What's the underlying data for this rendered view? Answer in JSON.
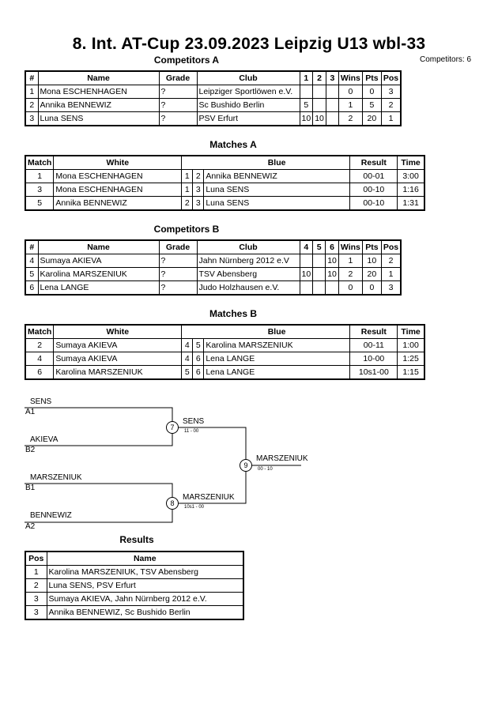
{
  "title": "8. Int. AT-Cup  23.09.2023  Leipzig   U13 wbl-33",
  "competitors_count": "Competitors: 6",
  "competitors_a": {
    "heading": "Competitors A",
    "headers": [
      "#",
      "Name",
      "Grade",
      "Club",
      "1",
      "2",
      "3",
      "Wins",
      "Pts",
      "Pos"
    ],
    "rows": [
      [
        "1",
        "Mona ESCHENHAGEN",
        "?",
        "Leipziger Sportlöwen e.V.",
        "",
        "",
        "",
        "0",
        "0",
        "3"
      ],
      [
        "2",
        "Annika BENNEWIZ",
        "?",
        "Sc Bushido Berlin",
        "5",
        "",
        "",
        "1",
        "5",
        "2"
      ],
      [
        "3",
        "Luna SENS",
        "?",
        "PSV Erfurt",
        "10",
        "10",
        "",
        "2",
        "20",
        "1"
      ]
    ]
  },
  "matches_a": {
    "heading": "Matches A",
    "headers": [
      "Match",
      "White",
      "",
      "",
      "Blue",
      "Result",
      "Time"
    ],
    "rows": [
      [
        "1",
        "Mona ESCHENHAGEN",
        "1",
        "2",
        "Annika BENNEWIZ",
        "00-01",
        "3:00"
      ],
      [
        "3",
        "Mona ESCHENHAGEN",
        "1",
        "3",
        "Luna SENS",
        "00-10",
        "1:16"
      ],
      [
        "5",
        "Annika BENNEWIZ",
        "2",
        "3",
        "Luna SENS",
        "00-10",
        "1:31"
      ]
    ]
  },
  "competitors_b": {
    "heading": "Competitors B",
    "headers": [
      "#",
      "Name",
      "Grade",
      "Club",
      "4",
      "5",
      "6",
      "Wins",
      "Pts",
      "Pos"
    ],
    "rows": [
      [
        "4",
        "Sumaya AKIEVA",
        "?",
        "Jahn Nürnberg 2012 e.V",
        "",
        "",
        "10",
        "1",
        "10",
        "2"
      ],
      [
        "5",
        "Karolina MARSZENIUK",
        "?",
        "TSV Abensberg",
        "10",
        "",
        "10",
        "2",
        "20",
        "1"
      ],
      [
        "6",
        "Lena LANGE",
        "?",
        "Judo Holzhausen e.V.",
        "",
        "",
        "",
        "0",
        "0",
        "3"
      ]
    ]
  },
  "matches_b": {
    "heading": "Matches B",
    "headers": [
      "Match",
      "White",
      "",
      "",
      "Blue",
      "Result",
      "Time"
    ],
    "rows": [
      [
        "2",
        "Sumaya AKIEVA",
        "4",
        "5",
        "Karolina MARSZENIUK",
        "00-11",
        "1:00"
      ],
      [
        "4",
        "Sumaya AKIEVA",
        "4",
        "6",
        "Lena LANGE",
        "10-00",
        "1:25"
      ],
      [
        "6",
        "Karolina MARSZENIUK",
        "5",
        "6",
        "Lena LANGE",
        "10s1-00",
        "1:15"
      ]
    ]
  },
  "bracket": {
    "semi1": {
      "top_name": "SENS",
      "top_seed": "A1",
      "bottom_name": "AKIEVA",
      "bottom_seed": "B2",
      "match": "7",
      "winner": "SENS",
      "score": "11 - 00"
    },
    "semi2": {
      "top_name": "MARSZENIUK",
      "top_seed": "B1",
      "bottom_name": "BENNEWIZ",
      "bottom_seed": "A2",
      "match": "8",
      "winner": "MARSZENIUK",
      "score": "10s1 - 00"
    },
    "final": {
      "match": "9",
      "winner": "MARSZENIUK",
      "score": "00 - 10"
    }
  },
  "results": {
    "heading": "Results",
    "headers": [
      "Pos",
      "Name"
    ],
    "rows": [
      [
        "1",
        "Karolina MARSZENIUK, TSV Abensberg"
      ],
      [
        "2",
        "Luna SENS, PSV Erfurt"
      ],
      [
        "3",
        "Sumaya AKIEVA, Jahn Nürnberg 2012 e.V."
      ],
      [
        "3",
        "Annika BENNEWIZ, Sc Bushido Berlin"
      ]
    ]
  }
}
